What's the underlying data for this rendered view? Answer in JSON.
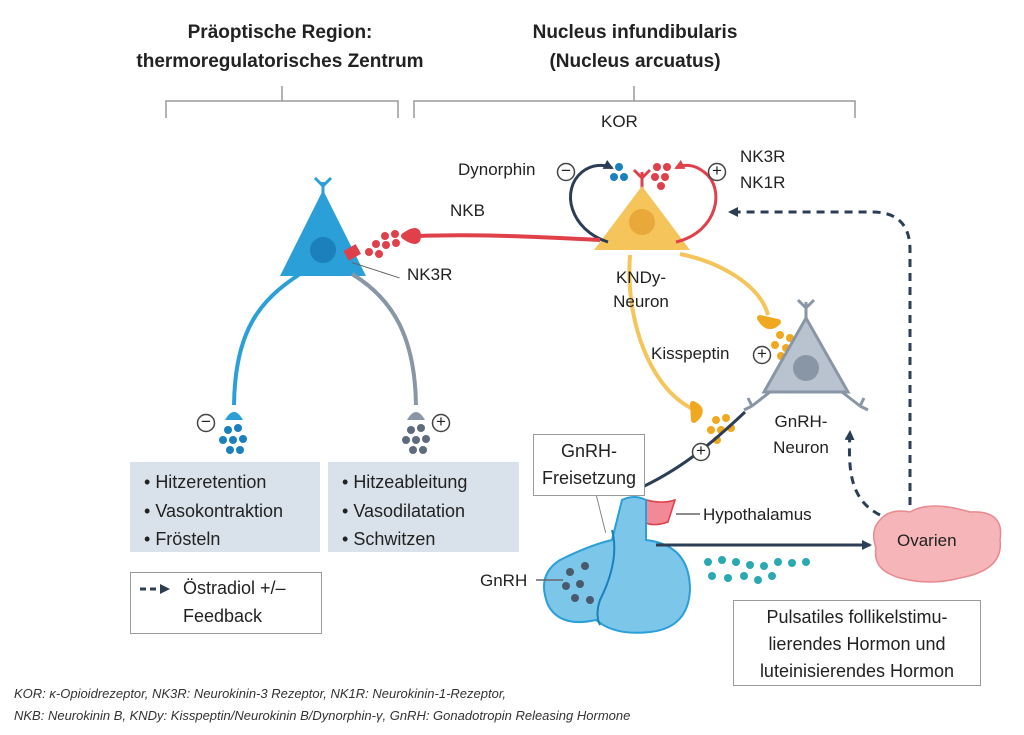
{
  "headers": {
    "preoptic_line1": "Präoptische Region:",
    "preoptic_line2": "thermoregulatorisches Zentrum",
    "nucleus_line1": "Nucleus infundibularis",
    "nucleus_line2": "(Nucleus arcuatus)"
  },
  "labels": {
    "kor": "KOR",
    "dynorphin": "Dynorphin",
    "nk3r_top": "NK3R",
    "nk1r_top": "NK1R",
    "nkb": "NKB",
    "nk3r_receptor": "NK3R",
    "kndy_line1": "KNDy-",
    "kndy_line2": "Neuron",
    "kisspeptin": "Kisspeptin",
    "gnrh_neuron_line1": "GnRH-",
    "gnrh_neuron_line2": "Neuron",
    "gnrh_release_line1": "GnRH-",
    "gnrh_release_line2": "Freisetzung",
    "hypothalamus": "Hypothalamus",
    "ovarien": "Ovarien",
    "gnrh": "GnRH"
  },
  "left_box": [
    "Hitzeretention",
    "Vasokontraktion",
    "Frösteln"
  ],
  "right_box": [
    "Hitzeableitung",
    "Vasodilatation",
    "Schwitzen"
  ],
  "legend": {
    "line1": "Östradiol +/–",
    "line2": "Feedback"
  },
  "pulsatile": {
    "line1": "Pulsatiles follikelstimu-",
    "line2": "lierendes Hormon und",
    "line3": "luteinisierendes Hormon"
  },
  "signs": {
    "minus": "−",
    "plus": "+"
  },
  "footnote": {
    "line1": "KOR: κ-Opioidrezeptor, NK3R: Neurokinin-3 Rezeptor, NK1R: Neurokinin-1-Rezeptor,",
    "line2": "NKB: Neurokinin B, KNDy: Kisspeptin/Neurokinin B/Dynorphin-γ, GnRH: Gonadotropin Releasing Hormone"
  },
  "colors": {
    "blue_neuron": "#2a9fd8",
    "grey_neuron": "#8896a6",
    "kndy_neuron": "#f5c45a",
    "red_pathway": "#e0404a",
    "dark_arrow": "#2c3e55",
    "box_fill": "#d9e2ea",
    "ovary_fill": "#f6b5b8",
    "pituitary_fill": "#7cc6ea",
    "teal_dots": "#2aaab0"
  }
}
